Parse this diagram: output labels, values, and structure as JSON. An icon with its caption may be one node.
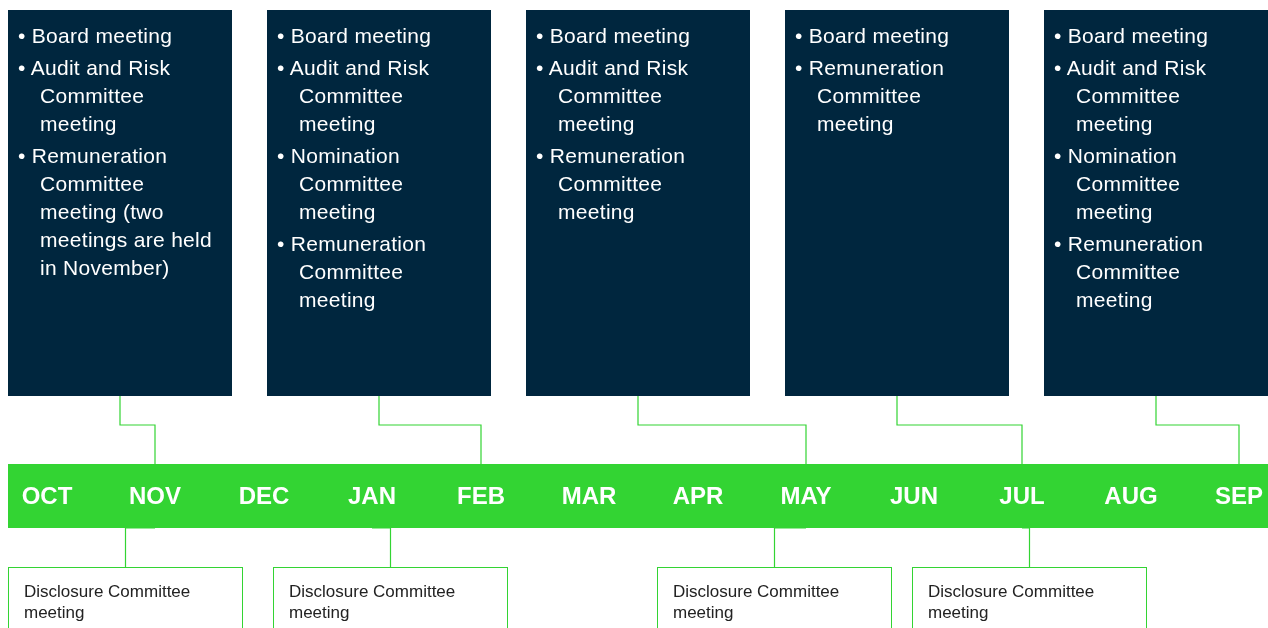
{
  "diagram": {
    "nodes": [
      {
        "text": [
          "• Board meeting",
          "• Audit and Risk Committee meeting",
          "• Remuneration Committee meeting (two meetings are held in November)"
        ]
      },
      {
        "text": [
          "• Board meeting",
          "• Audit and Risk Committee meeting",
          "• Nomination Committee meeting",
          "• Remuneration Committee meeting"
        ]
      },
      {
        "text": [
          "• Board meeting",
          "• Audit and Risk Committee meeting",
          "• Remuneration Committee meeting"
        ]
      },
      {
        "text": [
          "• Board meeting",
          "• Remuneration Committee meeting"
        ]
      },
      {
        "text": [
          "• Board meeting",
          "• Audit and Risk Committee meeting",
          "• Nomination Committee meeting",
          "• Remuneration Committee meeting"
        ]
      },
      {
        "text": [],
        "shape": "bar"
      },
      {
        "text": [
          "OCT"
        ],
        "in": 5
      },
      {
        "text": [
          "NOV"
        ],
        "in": 5
      },
      {
        "text": [
          "DEC"
        ],
        "in": 5
      },
      {
        "text": [
          "JAN"
        ],
        "in": 5
      },
      {
        "text": [
          "FEB"
        ],
        "in": 5
      },
      {
        "text": [
          "MAR"
        ],
        "in": 5
      },
      {
        "text": [
          "APR"
        ],
        "in": 5
      },
      {
        "text": [
          "MAY"
        ],
        "in": 5
      },
      {
        "text": [
          "JUN"
        ],
        "in": 5
      },
      {
        "text": [
          "JUL"
        ],
        "in": 5
      },
      {
        "text": [
          "AUG"
        ],
        "in": 5
      },
      {
        "text": [
          "SEP"
        ],
        "in": 5
      },
      {
        "text": [
          "Disclosure Committee meeting"
        ]
      },
      {
        "text": [
          "Disclosure Committee meeting"
        ]
      },
      {
        "text": [
          "Disclosure Committee meeting"
        ]
      },
      {
        "text": [
          "Disclosure Committee meeting"
        ]
      }
    ],
    "edges": [
      {
        "from": 0,
        "to": 7,
        "arrow": "none"
      },
      {
        "from": 1,
        "to": 10,
        "arrow": "none"
      },
      {
        "from": 2,
        "to": 13,
        "arrow": "none"
      },
      {
        "from": 3,
        "to": 15,
        "arrow": "none"
      },
      {
        "from": 4,
        "to": 17,
        "arrow": "none"
      },
      {
        "from": 7,
        "to": 18,
        "arrow": "none"
      },
      {
        "from": 9,
        "to": 19,
        "arrow": "none"
      },
      {
        "from": 13,
        "to": 20,
        "arrow": "none"
      },
      {
        "from": 15,
        "to": 21,
        "arrow": "none"
      }
    ]
  }
}
